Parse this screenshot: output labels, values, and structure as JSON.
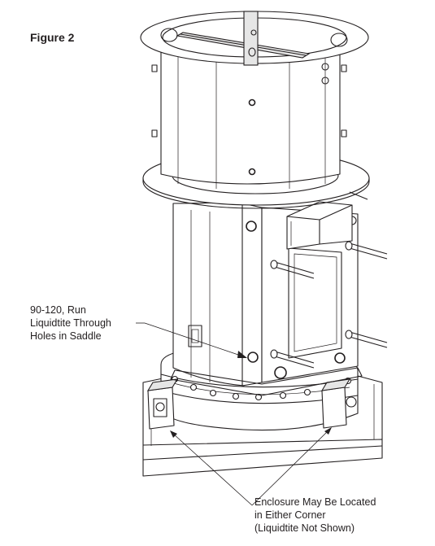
{
  "figure": {
    "title": "Figure 2"
  },
  "callouts": {
    "saddle_note": {
      "lines": [
        "90-120, Run",
        "Liquidtite Through",
        "Holes in Saddle"
      ]
    },
    "enclosure_note": {
      "lines": [
        "Enclosure May Be Located",
        "in Either Corner",
        "(Liquidtite Not Shown)"
      ]
    }
  }
}
